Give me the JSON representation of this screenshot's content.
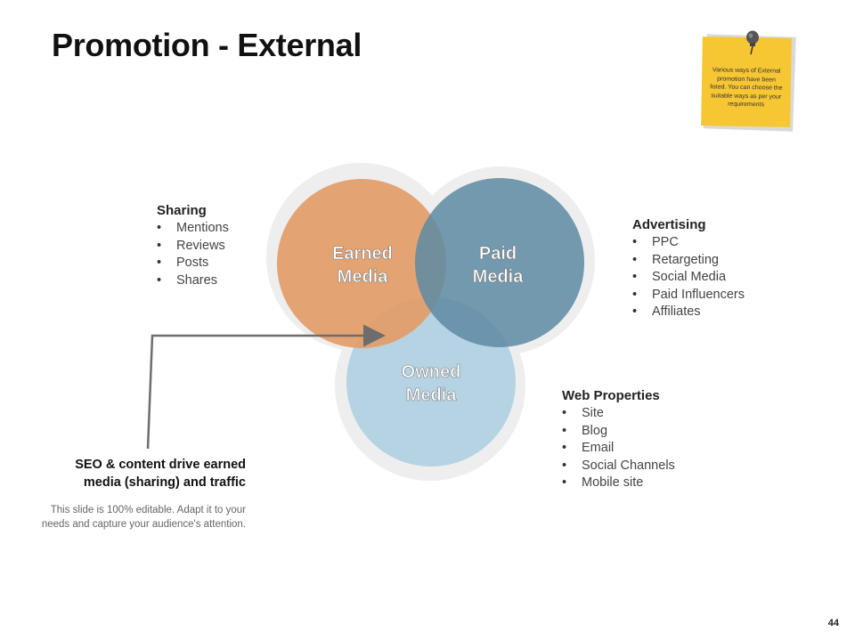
{
  "title": "Promotion - External",
  "sticky_note": {
    "text": "Various ways of External promotion have been listed. You can choose the suitable ways as per your requirements",
    "color": "#f7c633",
    "icon": "pushpin-icon"
  },
  "circles": {
    "earned": {
      "line1": "Earned",
      "line2": "Media",
      "color": "#e39e6c"
    },
    "paid": {
      "line1": "Paid",
      "line2": "Media",
      "color": "#5d8ba3"
    },
    "owned": {
      "line1": "Owned",
      "line2": "Media",
      "color": "#b5d3e3"
    }
  },
  "sharing": {
    "title": "Sharing",
    "items": [
      "Mentions",
      "Reviews",
      "Posts",
      "Shares"
    ]
  },
  "advertising": {
    "title": "Advertising",
    "items": [
      "PPC",
      "Retargeting",
      "Social Media",
      "Paid Influencers",
      "Affiliates"
    ]
  },
  "web_properties": {
    "title": "Web Properties",
    "items": [
      "Site",
      "Blog",
      "Email",
      "Social Channels",
      "Mobile site"
    ]
  },
  "seo": {
    "line1": "SEO & content drive earned",
    "line2": "media (sharing) and traffic",
    "description": "This slide is 100% editable. Adapt it to your needs and capture your audience's attention."
  },
  "bullet_char": "•",
  "page_number": "44"
}
